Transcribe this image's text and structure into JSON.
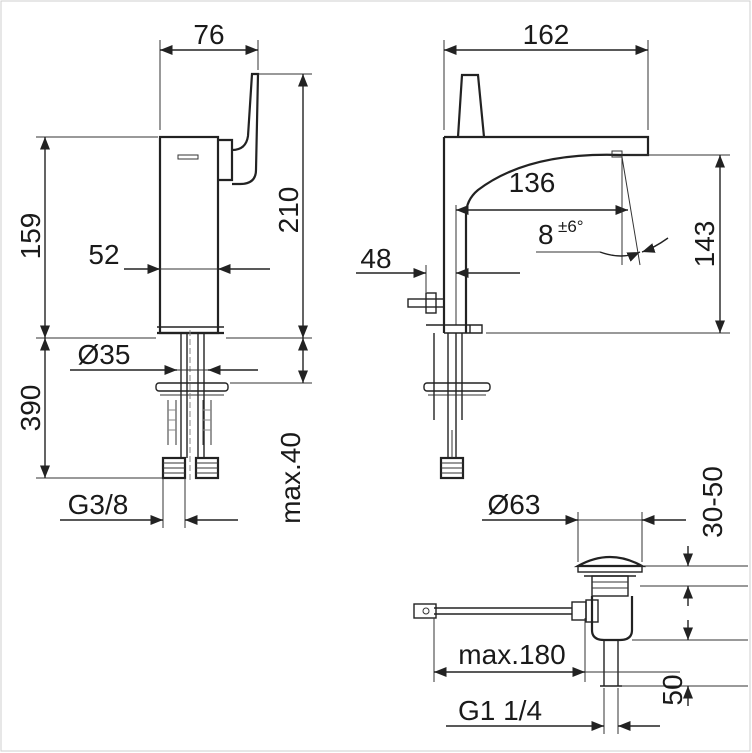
{
  "drawing": {
    "front_view": {
      "width_top": "76",
      "height_body": "159",
      "height_total": "210",
      "body_width": "52",
      "hole_diameter": "Ø35",
      "hose_length": "390",
      "thread": "G3/8",
      "max_thickness": "max.40"
    },
    "side_view": {
      "length_total": "162",
      "spout_reach": "136",
      "angle_value": "8",
      "angle_tolerance": "±6°",
      "spout_height": "143",
      "pop_up_offset": "48"
    },
    "drain_view": {
      "plug_diameter": "Ø63",
      "plug_travel": "30-50",
      "rod_length": "max.180",
      "thread": "G1 1/4",
      "height": "50"
    }
  }
}
